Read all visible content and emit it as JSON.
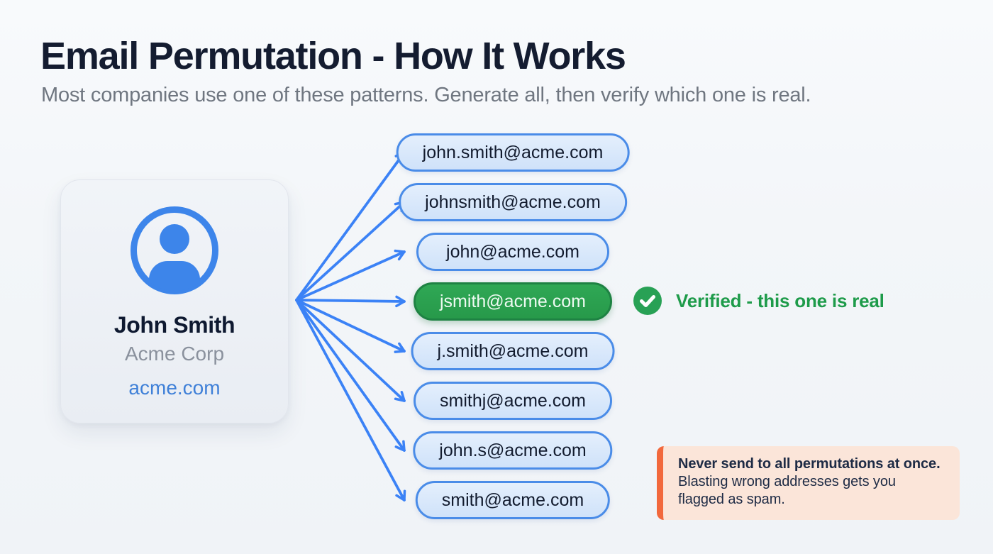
{
  "page": {
    "title": "Email Permutation - How It Works",
    "subtitle": "Most companies use one of these patterns. Generate all, then verify which one is real."
  },
  "person_card": {
    "avatar_icon": "user-avatar-icon",
    "name": "John Smith",
    "company": "Acme Corp",
    "domain": "acme.com"
  },
  "permutations": [
    {
      "email": "john.smith@acme.com",
      "verified": false
    },
    {
      "email": "johnsmith@acme.com",
      "verified": false
    },
    {
      "email": "john@acme.com",
      "verified": false
    },
    {
      "email": "jsmith@acme.com",
      "verified": true
    },
    {
      "email": "j.smith@acme.com",
      "verified": false
    },
    {
      "email": "smithj@acme.com",
      "verified": false
    },
    {
      "email": "john.s@acme.com",
      "verified": false
    },
    {
      "email": "smith@acme.com",
      "verified": false
    }
  ],
  "verified_callout": {
    "icon": "check-circle-icon",
    "label": "Verified - this one is real"
  },
  "warning": {
    "bold_text": "Never send to all permutations at once.",
    "text": " Blasting wrong addresses gets you flagged as spam."
  },
  "colors": {
    "accent_blue": "#3b82f6",
    "pill_bg": "#d9e8fb",
    "pill_border": "#4a8ce8",
    "verified_green": "#28a151",
    "verified_green_border": "#1e8243",
    "verified_text_green": "#1e9b4a",
    "warning_bg": "#fbe5d9",
    "warning_accent": "#f2683c",
    "title_color": "#141c30",
    "subtitle_color": "#6f7680"
  }
}
